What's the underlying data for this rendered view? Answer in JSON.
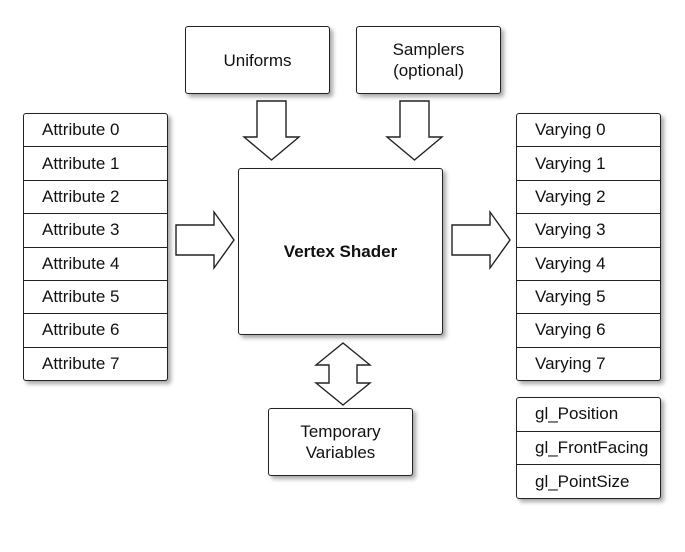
{
  "uniforms": {
    "label": "Uniforms"
  },
  "samplers": {
    "line1": "Samplers",
    "line2": "(optional)"
  },
  "vertex_shader": {
    "label": "Vertex Shader"
  },
  "temporary": {
    "line1": "Temporary",
    "line2": "Variables"
  },
  "attributes": [
    "Attribute 0",
    "Attribute 1",
    "Attribute 2",
    "Attribute 3",
    "Attribute 4",
    "Attribute 5",
    "Attribute 6",
    "Attribute 7"
  ],
  "varyings": [
    "Varying 0",
    "Varying 1",
    "Varying 2",
    "Varying 3",
    "Varying 4",
    "Varying 5",
    "Varying 6",
    "Varying 7"
  ],
  "builtins": [
    "gl_Position",
    "gl_FrontFacing",
    "gl_PointSize"
  ]
}
